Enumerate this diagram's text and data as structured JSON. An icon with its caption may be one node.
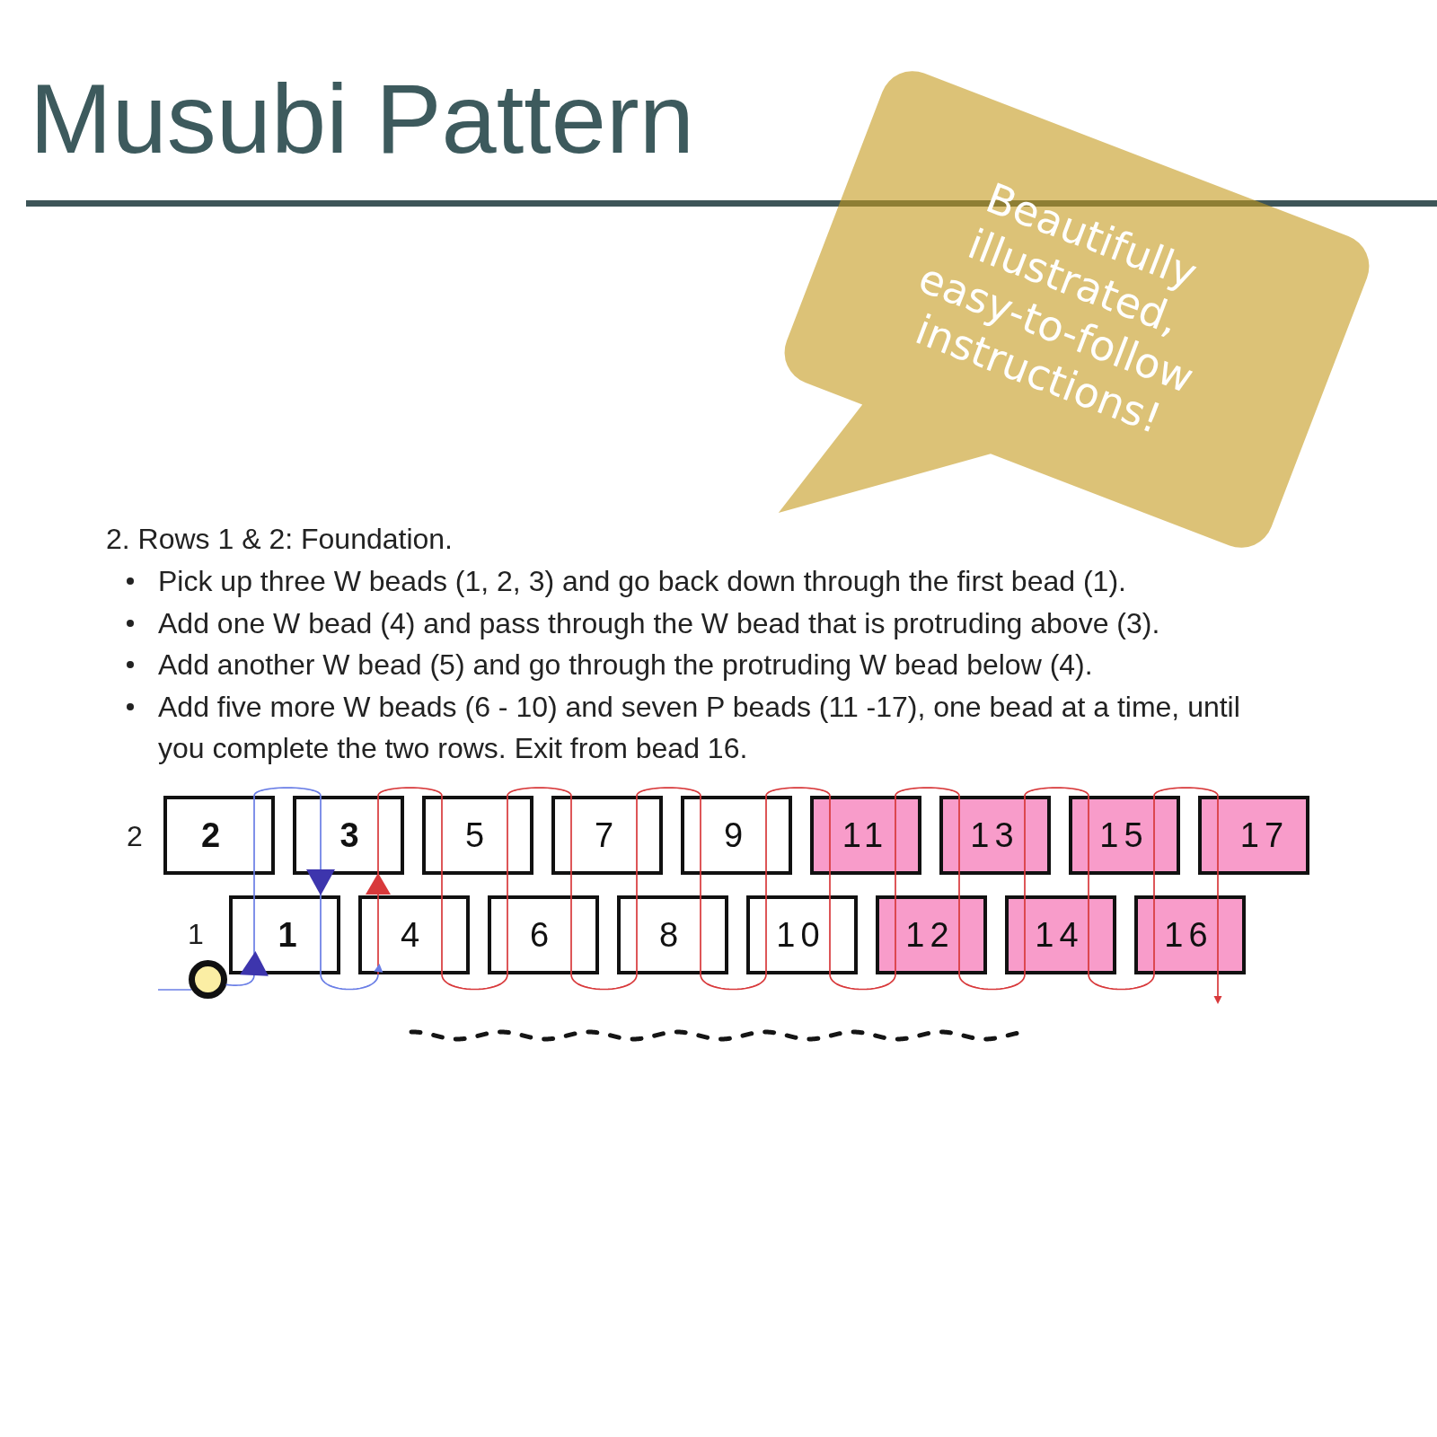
{
  "diagram": {
    "title": "Musubi Pattern",
    "nodes": [
      {
        "text": [
          "Beautifully illustrated, easy-to-follow instructions!"
        ]
      },
      {
        "text": [
          "2"
        ]
      },
      {
        "text": [
          "3"
        ]
      },
      {
        "text": [
          "5"
        ]
      },
      {
        "text": [
          "7"
        ]
      },
      {
        "text": [
          "9"
        ]
      },
      {
        "text": [
          "11"
        ]
      },
      {
        "text": [
          "13"
        ]
      },
      {
        "text": [
          "15"
        ]
      },
      {
        "text": [
          "17"
        ]
      },
      {
        "text": [],
        "shape": "circle"
      },
      {
        "text": [
          "1"
        ]
      },
      {
        "text": [
          "4"
        ]
      },
      {
        "text": [
          "6"
        ]
      },
      {
        "text": [
          "8"
        ]
      },
      {
        "text": [
          "10"
        ]
      },
      {
        "text": [
          "12"
        ]
      },
      {
        "text": [
          "14"
        ]
      },
      {
        "text": [
          "16"
        ]
      }
    ],
    "edges": [
      {
        "from": null,
        "to": 10,
        "arrow": "none",
        "color": "#6a7ee6"
      },
      {
        "from": 10,
        "to": 11,
        "arrow": "to",
        "color": "#6a7ee6"
      },
      {
        "from": 11,
        "to": 1,
        "arrow": "none",
        "color": "#6a7ee6"
      },
      {
        "from": 1,
        "to": 2,
        "arrow": "none",
        "color": "#6a7ee6"
      },
      {
        "from": 2,
        "to": 11,
        "arrow": "to",
        "color": "#6a7ee6"
      },
      {
        "from": 11,
        "to": 12,
        "arrow": "to",
        "color": "#6a7ee6"
      },
      {
        "from": 12,
        "to": 2,
        "arrow": "to"
      },
      {
        "from": 2,
        "to": 3,
        "arrow": "none"
      },
      {
        "from": 3,
        "to": 12,
        "arrow": "none"
      },
      {
        "from": 12,
        "to": 13,
        "arrow": "none"
      },
      {
        "from": 13,
        "to": 3,
        "arrow": "none"
      },
      {
        "from": 3,
        "to": 4,
        "arrow": "none"
      },
      {
        "from": 4,
        "to": 13,
        "arrow": "none"
      },
      {
        "from": 13,
        "to": 14,
        "arrow": "none"
      },
      {
        "from": 14,
        "to": 4,
        "arrow": "none"
      },
      {
        "from": 4,
        "to": 5,
        "arrow": "none"
      },
      {
        "from": 5,
        "to": 14,
        "arrow": "none"
      },
      {
        "from": 14,
        "to": 15,
        "arrow": "none"
      },
      {
        "from": 15,
        "to": 5,
        "arrow": "none"
      },
      {
        "from": 5,
        "to": 6,
        "arrow": "none"
      },
      {
        "from": 6,
        "to": 15,
        "arrow": "none"
      },
      {
        "from": 15,
        "to": 16,
        "arrow": "none"
      },
      {
        "from": 16,
        "to": 6,
        "arrow": "none"
      },
      {
        "from": 6,
        "to": 7,
        "arrow": "none"
      },
      {
        "from": 7,
        "to": 16,
        "arrow": "none"
      },
      {
        "from": 16,
        "to": 17,
        "arrow": "none"
      },
      {
        "from": 17,
        "to": 7,
        "arrow": "none"
      },
      {
        "from": 7,
        "to": 8,
        "arrow": "none"
      },
      {
        "from": 8,
        "to": 17,
        "arrow": "none"
      },
      {
        "from": 17,
        "to": 18,
        "arrow": "none"
      },
      {
        "from": 18,
        "to": 8,
        "arrow": "none"
      },
      {
        "from": 8,
        "to": 9,
        "arrow": "none"
      },
      {
        "from": 9,
        "to": 18,
        "arrow": "none"
      },
      {
        "from": 18,
        "to": null,
        "arrow": "to"
      }
    ],
    "labels": [
      "2. Rows 1 & 2: Foundation.",
      "Pick up three W beads (1, 2, 3) and go back down through the first bead (1).",
      "Add one W bead (4) and pass through the W bead that is protruding above (3).",
      "Add another W bead (5) and go through the protruding W bead below (4).",
      "Add five more W beads (6 - 10) and seven P beads (11 -17), one bead at a time, until you complete the two rows. Exit from bead 16.",
      "2",
      "1"
    ]
  }
}
